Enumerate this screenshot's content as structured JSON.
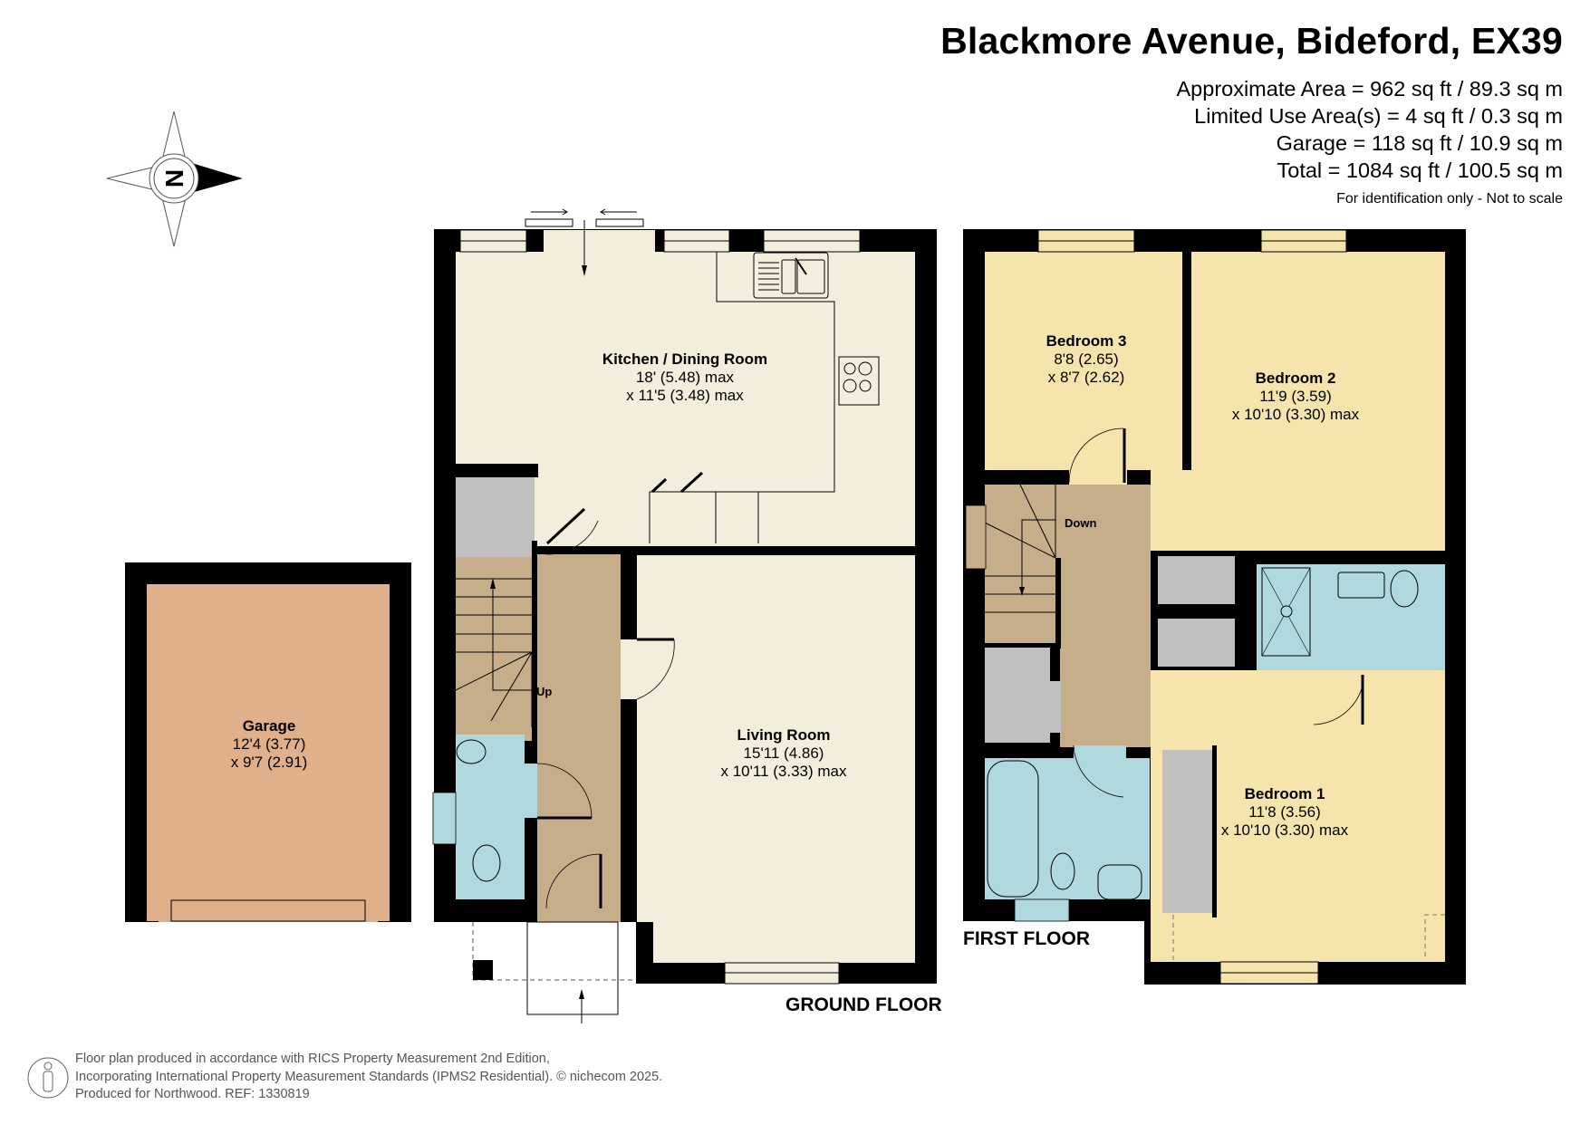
{
  "header": {
    "title": "Blackmore Avenue, Bideford, EX39",
    "areas": [
      "Approximate Area = 962 sq ft / 89.3 sq m",
      "Limited Use Area(s) = 4 sq ft / 0.3 sq m",
      "Garage = 118 sq ft / 10.9 sq m",
      "Total = 1084 sq ft / 100.5 sq m"
    ],
    "note": "For identification only - Not to scale"
  },
  "compass": {
    "label": "N",
    "icon": "compass-north-arrow-icon"
  },
  "floors": {
    "ground": {
      "label": "GROUND FLOOR",
      "stairs_label": "Up",
      "rooms": [
        {
          "name": "Kitchen / Dining Room",
          "dim1": "18' (5.48) max",
          "dim2": "x 11'5 (3.48) max"
        },
        {
          "name": "Living Room",
          "dim1": "15'11 (4.86)",
          "dim2": "x 10'11 (3.33) max"
        }
      ]
    },
    "garage": {
      "rooms": [
        {
          "name": "Garage",
          "dim1": "12'4 (3.77)",
          "dim2": "x 9'7 (2.91)"
        }
      ]
    },
    "first": {
      "label": "FIRST FLOOR",
      "stairs_label": "Down",
      "rooms": [
        {
          "name": "Bedroom 3",
          "dim1": "8'8 (2.65)",
          "dim2": "x 8'7 (2.62)"
        },
        {
          "name": "Bedroom 2",
          "dim1": "11'9 (3.59)",
          "dim2": "x 10'10 (3.30) max"
        },
        {
          "name": "Bedroom 1",
          "dim1": "11'8 (3.56)",
          "dim2": "x 10'10 (3.30) max"
        }
      ]
    }
  },
  "colors": {
    "wall": "#000000",
    "living": "#f3eedb",
    "bedroom": "#f5e4ab",
    "hall": "#c6ae8b",
    "wet": "#b0d9df",
    "storage": "#c0c0c0",
    "garage": "#dfb08a"
  },
  "footer": {
    "lines": [
      "Floor plan produced in accordance with RICS Property Measurement 2nd Edition,",
      "Incorporating International Property Measurement Standards (IPMS2 Residential).   © nichecom 2025.",
      "Produced for Northwood.   REF: 1330819"
    ]
  }
}
